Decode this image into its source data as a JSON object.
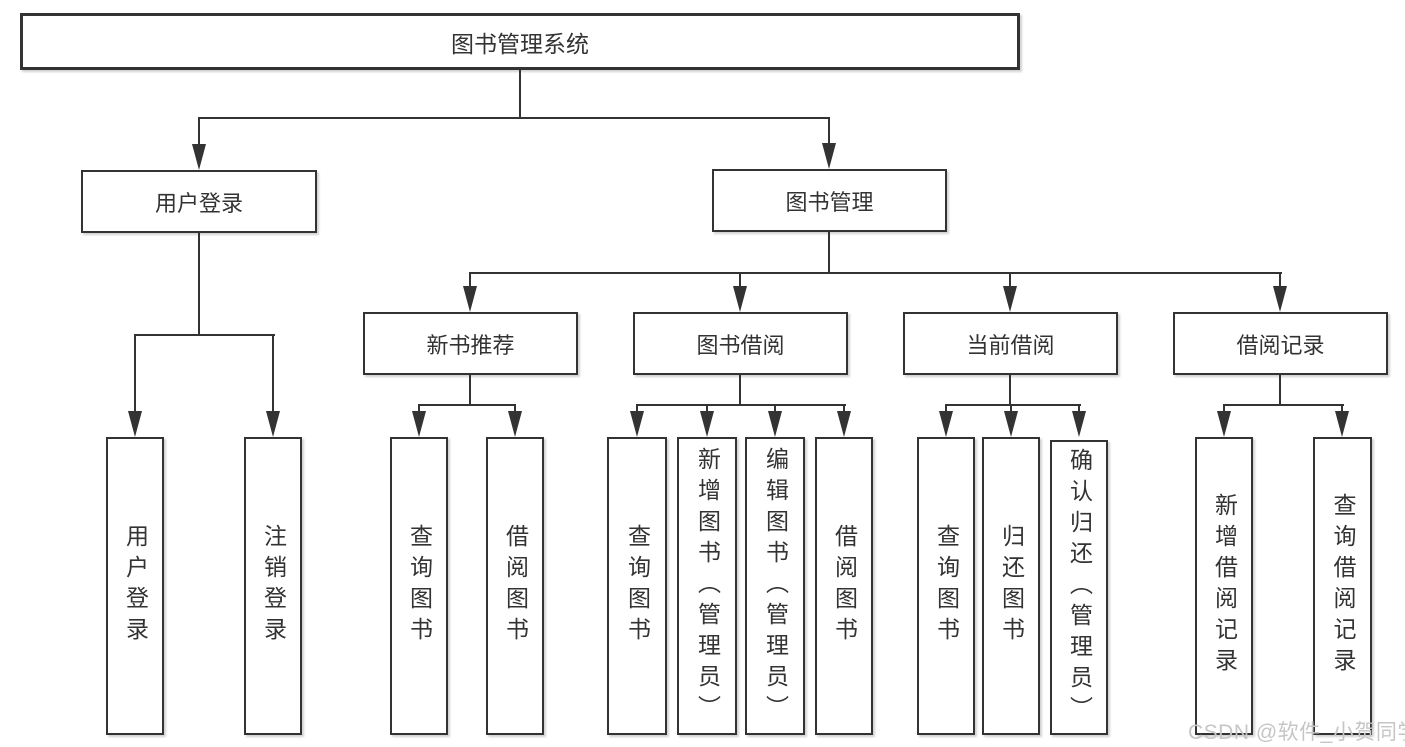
{
  "diagram": {
    "root": {
      "label": "图书管理系统"
    },
    "level2": [
      {
        "label": "用户登录"
      },
      {
        "label": "图书管理"
      }
    ],
    "level3": [
      {
        "label": "新书推荐"
      },
      {
        "label": "图书借阅"
      },
      {
        "label": "当前借阅"
      },
      {
        "label": "借阅记录"
      }
    ],
    "leaves": {
      "user_login": [
        "用户登录",
        "注销登录"
      ],
      "new_books": [
        "查询图书",
        "借阅图书"
      ],
      "book_borrow": [
        "查询图书",
        "新增图书（管理员）",
        "编辑图书（管理员）",
        "借阅图书"
      ],
      "current_borrow": [
        "查询图书",
        "归还图书",
        "确认归还（管理员）"
      ],
      "borrow_records": [
        "新增借阅记录",
        "查询借阅记录"
      ]
    }
  },
  "watermark": "CSDN @软件_小贺同学",
  "colors": {
    "line": "#333333",
    "text": "#333333",
    "watermark": "#c6c6c6",
    "background": "#ffffff"
  }
}
